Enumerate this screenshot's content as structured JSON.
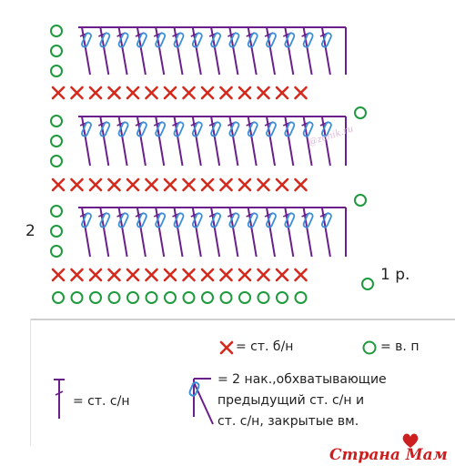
{
  "labels": {
    "row_1": "1 р.",
    "row_2": "2",
    "watermark": "@zonik.ru",
    "brand": "Страна Мам"
  },
  "legend": {
    "sc": "= ст. б/н",
    "ch": "= в. п",
    "dc": "= ст. с/н",
    "special_line1": "= 2 нак.,обхватывающие",
    "special_line2": "предыдущий ст. с/н и",
    "special_line3": "ст. с/н, закрытые вм."
  },
  "colors": {
    "chain": "#1e9a3c",
    "single_crochet": "#d42a1e",
    "double_crochet": "#6a1f8a",
    "special_yarn": "#3a8fd8",
    "brand_red": "#cc1f1f"
  },
  "icons": {
    "single_crochet": "x-cross-icon",
    "chain": "circle-icon",
    "double_crochet": "t-stitch-icon",
    "special": "wrapped-stitch-icon",
    "heart": "heart-icon"
  }
}
